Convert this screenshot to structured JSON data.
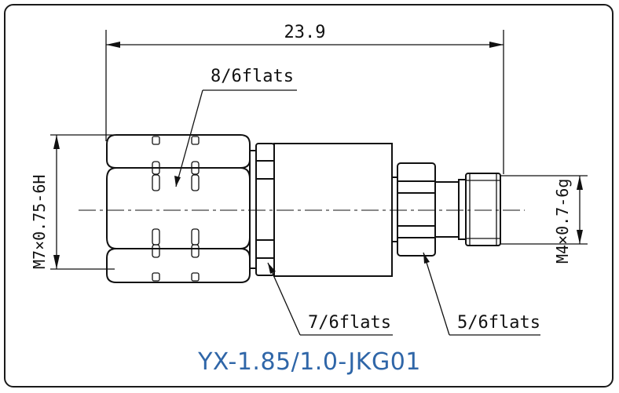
{
  "drawing": {
    "overall_length": "23.9",
    "labels": {
      "top_flats": "8/6flats",
      "middle_flats": "7/6flats",
      "right_flats": "5/6flats",
      "left_thread": "M7×0.75-6H",
      "right_thread": "M4×0.7-6g"
    },
    "model": "YX-1.85/1.0-JKG01"
  }
}
